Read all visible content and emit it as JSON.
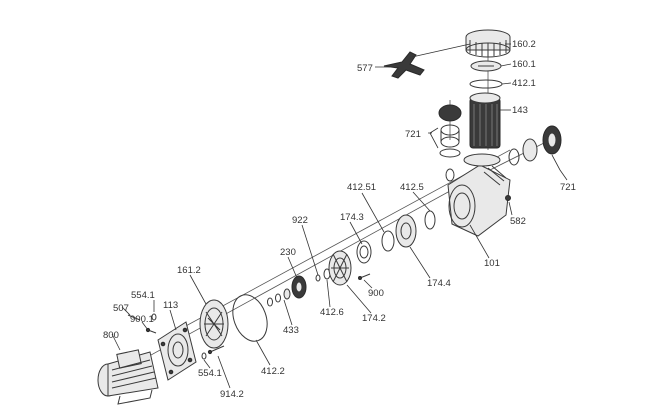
{
  "colors": {
    "line": "#3a3a3a",
    "label": "#333333",
    "background": "#ffffff"
  },
  "labels": {
    "p160_2": "160.2",
    "p160_1": "160.1",
    "p412_1": "412.1",
    "p577": "577",
    "p143": "143",
    "p721_top": "721",
    "p721_right": "721",
    "p412_51": "412.51",
    "p412_5": "412.5",
    "p582": "582",
    "p922": "922",
    "p174_3": "174.3",
    "p230": "230",
    "p101": "101",
    "p174_4": "174.4",
    "p161_2": "161.2",
    "p900": "900",
    "p554_1_top": "554.1",
    "p507": "507",
    "p900_1": "900.1",
    "p113": "113",
    "p412_6": "412.6",
    "p174_2": "174.2",
    "p800": "800",
    "p433": "433",
    "p554_1_bottom": "554.1",
    "p412_2": "412.2",
    "p914_2": "914.2"
  }
}
